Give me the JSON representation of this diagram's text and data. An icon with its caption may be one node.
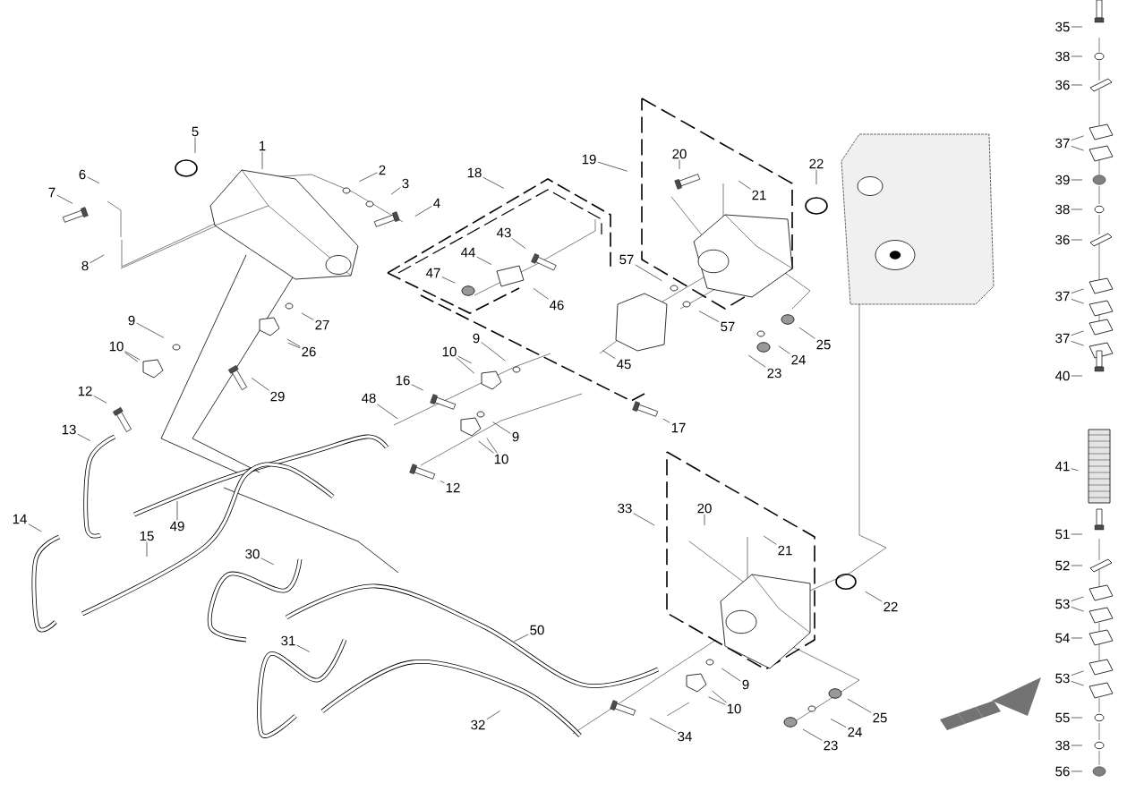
{
  "diagram": {
    "nodes": [
      {
        "text": [
          "5"
        ]
      },
      {
        "text": [
          "1"
        ]
      },
      {
        "text": [
          "6"
        ]
      },
      {
        "text": [
          "7"
        ]
      },
      {
        "text": [
          "8"
        ]
      },
      {
        "text": [
          "2"
        ]
      },
      {
        "text": [
          "3"
        ]
      },
      {
        "text": [
          "4"
        ]
      },
      {
        "text": [
          "18"
        ]
      },
      {
        "text": [
          "19"
        ]
      },
      {
        "text": [
          "20"
        ]
      },
      {
        "text": [
          "21"
        ]
      },
      {
        "text": [
          "22"
        ]
      },
      {
        "text": [
          "43"
        ]
      },
      {
        "text": [
          "44"
        ]
      },
      {
        "text": [
          "47"
        ]
      },
      {
        "text": [
          "46"
        ]
      },
      {
        "text": [
          "57"
        ]
      },
      {
        "text": [
          "9"
        ]
      },
      {
        "text": [
          "27"
        ]
      },
      {
        "text": [
          "57"
        ]
      },
      {
        "text": [
          "10"
        ]
      },
      {
        "text": [
          "26"
        ]
      },
      {
        "text": [
          "9"
        ]
      },
      {
        "text": [
          "25"
        ]
      },
      {
        "text": [
          "10"
        ]
      },
      {
        "text": [
          "24"
        ]
      },
      {
        "text": [
          "45"
        ]
      },
      {
        "text": [
          "23"
        ]
      },
      {
        "text": [
          "16"
        ]
      },
      {
        "text": [
          "12"
        ]
      },
      {
        "text": [
          "29"
        ]
      },
      {
        "text": [
          "48"
        ]
      },
      {
        "text": [
          "17"
        ]
      },
      {
        "text": [
          "13"
        ]
      },
      {
        "text": [
          "9"
        ]
      },
      {
        "text": [
          "10"
        ]
      },
      {
        "text": [
          "12"
        ]
      },
      {
        "text": [
          "33"
        ]
      },
      {
        "text": [
          "20"
        ]
      },
      {
        "text": [
          "14"
        ]
      },
      {
        "text": [
          "49"
        ]
      },
      {
        "text": [
          "15"
        ]
      },
      {
        "text": [
          "21"
        ]
      },
      {
        "text": [
          "30"
        ]
      },
      {
        "text": [
          "22"
        ]
      },
      {
        "text": [
          "50"
        ]
      },
      {
        "text": [
          "31"
        ]
      },
      {
        "text": [
          "9"
        ]
      },
      {
        "text": [
          "10"
        ]
      },
      {
        "text": [
          "25"
        ]
      },
      {
        "text": [
          "32"
        ]
      },
      {
        "text": [
          "24"
        ]
      },
      {
        "text": [
          "34"
        ]
      },
      {
        "text": [
          "23"
        ]
      },
      {
        "text": [
          "35"
        ]
      },
      {
        "text": [
          "38"
        ]
      },
      {
        "text": [
          "36"
        ]
      },
      {
        "text": [
          "37"
        ]
      },
      {
        "text": [
          "39"
        ]
      },
      {
        "text": [
          "38"
        ]
      },
      {
        "text": [
          "36"
        ]
      },
      {
        "text": [
          "37"
        ]
      },
      {
        "text": [
          "37"
        ]
      },
      {
        "text": [
          "40"
        ]
      },
      {
        "text": [
          "41"
        ]
      },
      {
        "text": [
          "51"
        ]
      },
      {
        "text": [
          "52"
        ]
      },
      {
        "text": [
          "53"
        ]
      },
      {
        "text": [
          "54"
        ]
      },
      {
        "text": [
          "53"
        ]
      },
      {
        "text": [
          "55"
        ]
      },
      {
        "text": [
          "38"
        ]
      },
      {
        "text": [
          "56"
        ]
      }
    ],
    "edges": [
      {
        "from": 0,
        "to": null,
        "arrow": "none"
      },
      {
        "from": 1,
        "to": null,
        "arrow": "none"
      },
      {
        "from": 2,
        "to": null,
        "arrow": "none"
      },
      {
        "from": 3,
        "to": null,
        "arrow": "none"
      },
      {
        "from": 4,
        "to": null,
        "arrow": "none"
      },
      {
        "from": 5,
        "to": null,
        "arrow": "none"
      },
      {
        "from": 6,
        "to": null,
        "arrow": "none"
      },
      {
        "from": 7,
        "to": null,
        "arrow": "none"
      },
      {
        "from": 8,
        "to": null,
        "arrow": "none"
      },
      {
        "from": 9,
        "to": null,
        "arrow": "none"
      },
      {
        "from": 10,
        "to": null,
        "arrow": "none"
      },
      {
        "from": 11,
        "to": null,
        "arrow": "none"
      },
      {
        "from": 12,
        "to": null,
        "arrow": "none"
      },
      {
        "from": 13,
        "to": null,
        "arrow": "none"
      },
      {
        "from": 14,
        "to": null,
        "arrow": "none"
      },
      {
        "from": 15,
        "to": null,
        "arrow": "none"
      },
      {
        "from": 16,
        "to": null,
        "arrow": "none"
      },
      {
        "from": 17,
        "to": null,
        "arrow": "none"
      },
      {
        "from": 18,
        "to": null,
        "arrow": "none"
      },
      {
        "from": 19,
        "to": null,
        "arrow": "none"
      },
      {
        "from": 20,
        "to": null,
        "arrow": "none"
      },
      {
        "from": 21,
        "to": null,
        "arrow": "none"
      },
      {
        "from": 21,
        "to": null,
        "arrow": "none"
      },
      {
        "from": 22,
        "to": null,
        "arrow": "none"
      },
      {
        "from": 22,
        "to": null,
        "arrow": "none"
      },
      {
        "from": 23,
        "to": null,
        "arrow": "none"
      },
      {
        "from": 24,
        "to": null,
        "arrow": "none"
      },
      {
        "from": 25,
        "to": null,
        "arrow": "none"
      },
      {
        "from": 25,
        "to": null,
        "arrow": "none"
      },
      {
        "from": 26,
        "to": null,
        "arrow": "none"
      },
      {
        "from": 27,
        "to": null,
        "arrow": "none"
      },
      {
        "from": 28,
        "to": null,
        "arrow": "none"
      },
      {
        "from": 29,
        "to": null,
        "arrow": "none"
      },
      {
        "from": 30,
        "to": null,
        "arrow": "none"
      },
      {
        "from": 31,
        "to": null,
        "arrow": "none"
      },
      {
        "from": 32,
        "to": null,
        "arrow": "none"
      },
      {
        "from": 33,
        "to": null,
        "arrow": "none"
      },
      {
        "from": 34,
        "to": null,
        "arrow": "none"
      },
      {
        "from": 35,
        "to": null,
        "arrow": "none"
      },
      {
        "from": 36,
        "to": null,
        "arrow": "none"
      },
      {
        "from": 36,
        "to": null,
        "arrow": "none"
      },
      {
        "from": 37,
        "to": null,
        "arrow": "none"
      },
      {
        "from": 38,
        "to": null,
        "arrow": "none"
      },
      {
        "from": 39,
        "to": null,
        "arrow": "none"
      },
      {
        "from": 40,
        "to": null,
        "arrow": "none"
      },
      {
        "from": 41,
        "to": null,
        "arrow": "none"
      },
      {
        "from": 42,
        "to": null,
        "arrow": "none"
      },
      {
        "from": 43,
        "to": null,
        "arrow": "none"
      },
      {
        "from": 44,
        "to": null,
        "arrow": "none"
      },
      {
        "from": 45,
        "to": null,
        "arrow": "none"
      },
      {
        "from": 46,
        "to": null,
        "arrow": "none"
      },
      {
        "from": 47,
        "to": null,
        "arrow": "none"
      },
      {
        "from": 48,
        "to": null,
        "arrow": "none"
      },
      {
        "from": 49,
        "to": null,
        "arrow": "none"
      },
      {
        "from": 49,
        "to": null,
        "arrow": "none"
      },
      {
        "from": 50,
        "to": null,
        "arrow": "none"
      },
      {
        "from": 51,
        "to": null,
        "arrow": "none"
      },
      {
        "from": 52,
        "to": null,
        "arrow": "none"
      },
      {
        "from": 53,
        "to": null,
        "arrow": "none"
      },
      {
        "from": 54,
        "to": null,
        "arrow": "none"
      },
      {
        "from": 55,
        "to": null,
        "arrow": "none"
      },
      {
        "from": 56,
        "to": null,
        "arrow": "none"
      },
      {
        "from": 57,
        "to": null,
        "arrow": "none"
      },
      {
        "from": 58,
        "to": null,
        "arrow": "none"
      },
      {
        "from": 58,
        "to": null,
        "arrow": "none"
      },
      {
        "from": 59,
        "to": null,
        "arrow": "none"
      },
      {
        "from": 60,
        "to": null,
        "arrow": "none"
      },
      {
        "from": 61,
        "to": null,
        "arrow": "none"
      },
      {
        "from": 62,
        "to": null,
        "arrow": "none"
      },
      {
        "from": 62,
        "to": null,
        "arrow": "none"
      },
      {
        "from": 63,
        "to": null,
        "arrow": "none"
      },
      {
        "from": 63,
        "to": null,
        "arrow": "none"
      },
      {
        "from": 64,
        "to": null,
        "arrow": "none"
      },
      {
        "from": 65,
        "to": null,
        "arrow": "none"
      },
      {
        "from": 66,
        "to": null,
        "arrow": "none"
      },
      {
        "from": 67,
        "to": null,
        "arrow": "none"
      },
      {
        "from": 68,
        "to": null,
        "arrow": "none"
      },
      {
        "from": 68,
        "to": null,
        "arrow": "none"
      },
      {
        "from": 69,
        "to": null,
        "arrow": "none"
      },
      {
        "from": 70,
        "to": null,
        "arrow": "none"
      },
      {
        "from": 70,
        "to": null,
        "arrow": "none"
      },
      {
        "from": 71,
        "to": null,
        "arrow": "none"
      },
      {
        "from": 72,
        "to": null,
        "arrow": "none"
      },
      {
        "from": 73,
        "to": null,
        "arrow": "none"
      }
    ]
  }
}
